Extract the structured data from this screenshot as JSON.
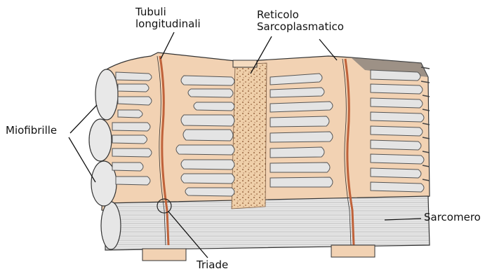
{
  "labels": {
    "tubuli_line1": "Tubuli",
    "tubuli_line2": "longitudinali",
    "reticolo_line1": "Reticolo",
    "reticolo_line2": "Sarcoplasmatico",
    "miofibrille": "Miofibrille",
    "sarcomero": "Sarcomero",
    "triade": "Triade"
  },
  "colors": {
    "sarcoplasm": "#f2d2b3",
    "fibril_light": "#e4e4e4",
    "fibril_dark": "#8a8a8a",
    "t_tubule": "#c0623a",
    "outline": "#333333",
    "label_text": "#111111"
  }
}
